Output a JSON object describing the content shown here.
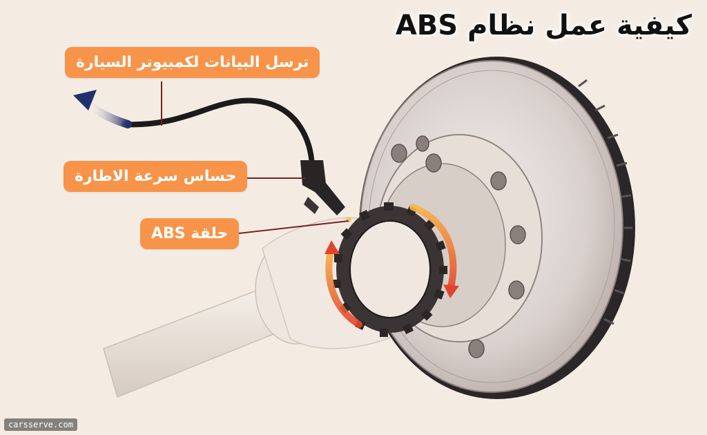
{
  "title": "كيفية عمل نظام ABS",
  "labels": {
    "send_data": "ترسل البيانات لكمبيوتر السيارة",
    "wheel_speed_sensor": "حساس سرعة الاطارة",
    "abs_ring": "حلقة ABS"
  },
  "watermark": "carsserve.com",
  "colors": {
    "background": "#f4ece3",
    "label_fill": "#f7944a",
    "leader_line": "#7a1f22",
    "arrow_blue": "#22306e",
    "rotation_arrow": "#e2442b"
  }
}
